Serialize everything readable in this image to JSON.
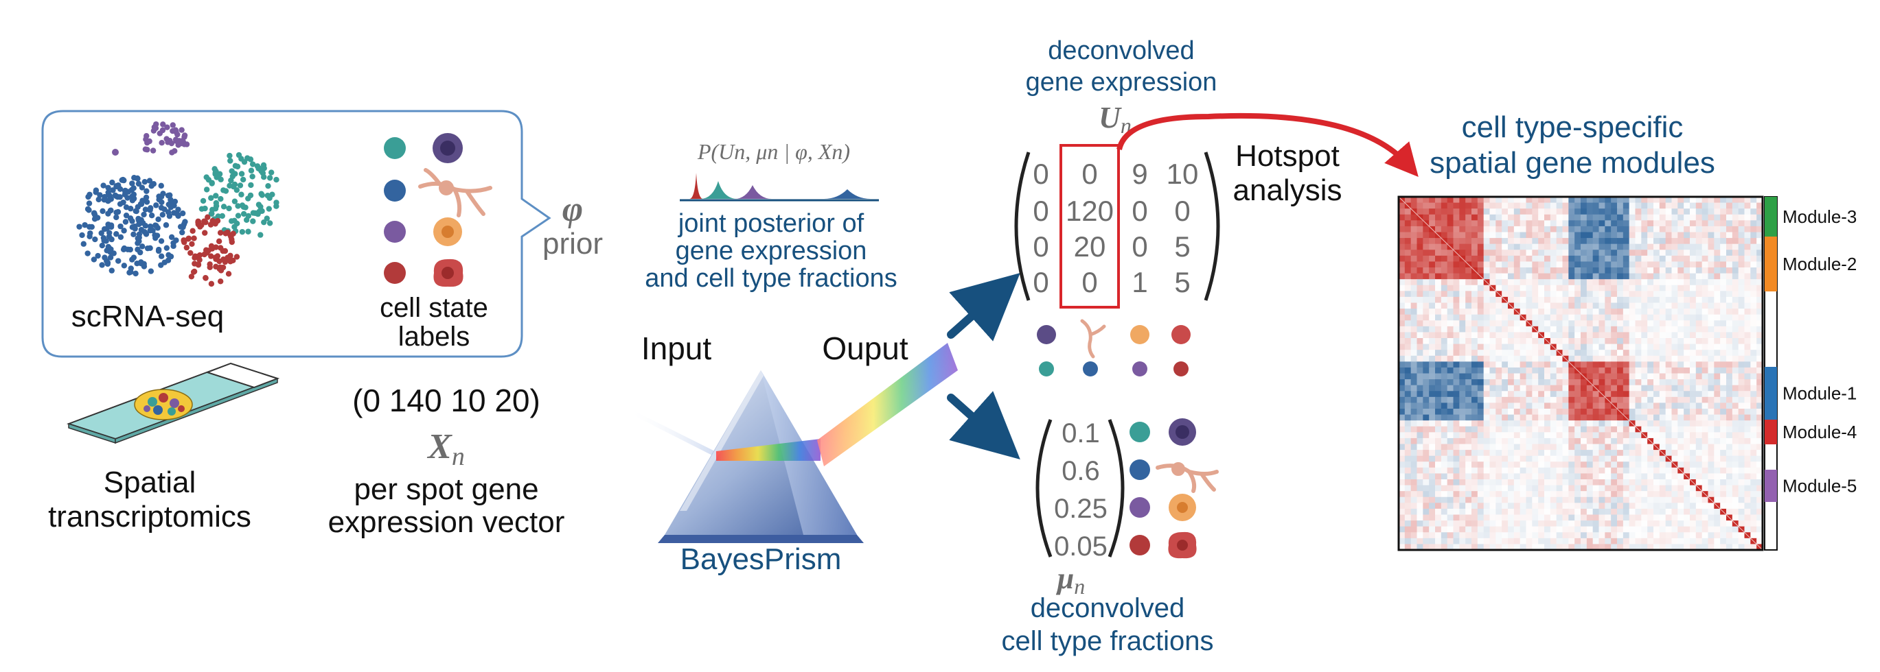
{
  "colors": {
    "dark_blue": "#17507e",
    "gray": "#6d6d6d",
    "red_box": "#d9262b",
    "teal": "#3a9e96",
    "blue": "#33649f",
    "purple": "#7a5aa0",
    "red": "#b23a3a",
    "bubble_border": "#5d8fc4"
  },
  "icons": [
    "umap-scatter-icon",
    "cell-icon",
    "tissue-slide-icon",
    "prism-icon",
    "density-curve-icon",
    "arrow-icon",
    "heatmap-icon"
  ],
  "left": {
    "scrna_label": "scRNA-seq",
    "cell_state_label_1": "cell state",
    "cell_state_label_2": "labels",
    "phi_symbol": "φ",
    "prior_label": "prior",
    "spot_vector": "(0 140 10 20)",
    "x_symbol": "X",
    "x_sub": "n",
    "spot_desc_1": "per spot gene",
    "spot_desc_2": "expression vector",
    "spatial_1": "Spatial",
    "spatial_2": "transcriptomics"
  },
  "middle": {
    "posterior_formula": "P(U",
    "posterior_formula_full": "P(Un, μn | φ, Xn)",
    "posterior_1": "joint posterior of",
    "posterior_2": "gene expression",
    "posterior_3": "and cell type fractions",
    "input_label": "Input",
    "output_label": "Ouput",
    "prism_label": "BayesPrism"
  },
  "matrix": {
    "title_1": "deconvolved",
    "title_2": "gene expression",
    "u_symbol": "U",
    "u_sub": "n",
    "rows": [
      [
        "0",
        "0",
        "9",
        "10"
      ],
      [
        "0",
        "120",
        "0",
        "0"
      ],
      [
        "0",
        "20",
        "0",
        "5"
      ],
      [
        "0",
        "0",
        "1",
        "5"
      ]
    ]
  },
  "hotspot": {
    "line_1": "Hotspot",
    "line_2": "analysis"
  },
  "fractions": {
    "values": [
      "0.1",
      "0.6",
      "0.25",
      "0.05"
    ],
    "mu_symbol": "μ",
    "mu_sub": "n",
    "label_1": "deconvolved",
    "label_2": "cell type fractions"
  },
  "heatmap": {
    "title_1": "cell type-specific",
    "title_2": "spatial gene modules",
    "modules": [
      {
        "name": "Module-3",
        "color": "#2ea046"
      },
      {
        "name": "Module-2",
        "color": "#f28a24"
      },
      {
        "name": "Module-1",
        "color": "#2a74b6"
      },
      {
        "name": "Module-4",
        "color": "#d42c2c"
      },
      {
        "name": "Module-5",
        "color": "#9361b0"
      }
    ]
  }
}
